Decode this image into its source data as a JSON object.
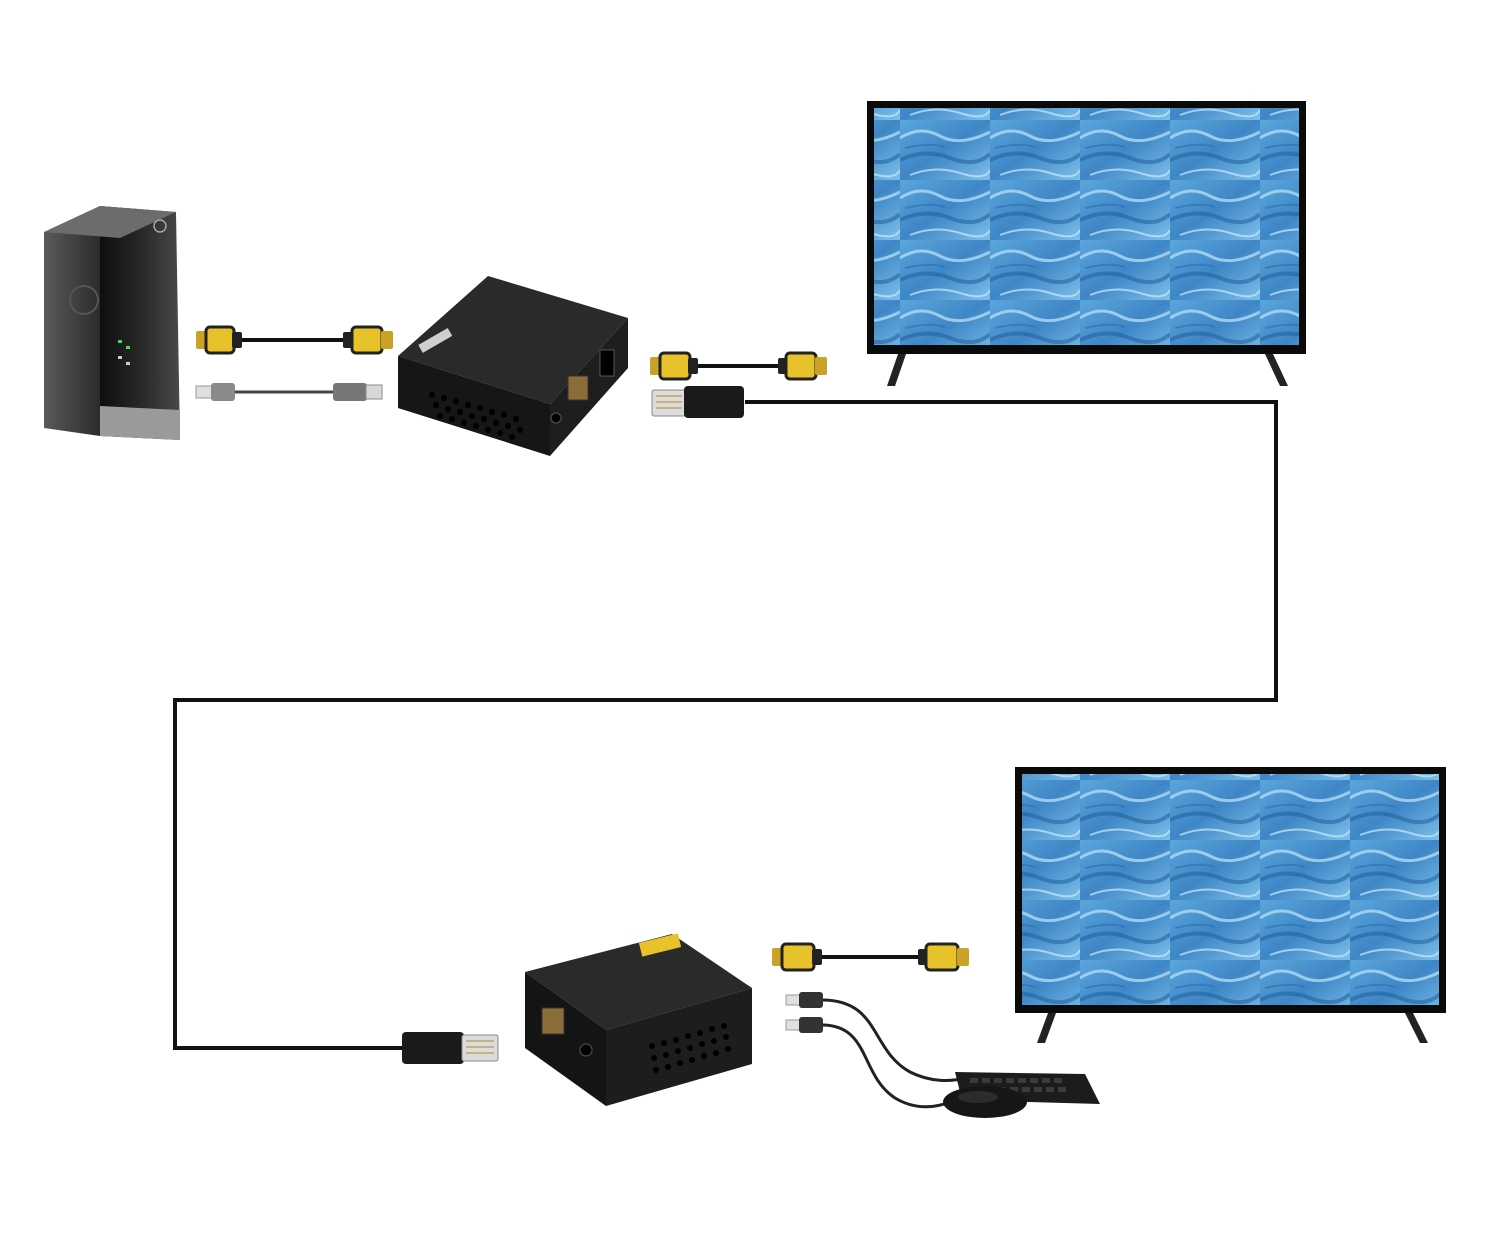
{
  "diagram": {
    "kind": "hdmi-kvm-extender-connection",
    "nodes": [
      {
        "id": "computer",
        "label": "",
        "icon": "desktop-tower-icon"
      },
      {
        "id": "transmitter",
        "label": "",
        "icon": "extender-box-icon"
      },
      {
        "id": "local-tv",
        "label": "",
        "icon": "tv-icon"
      },
      {
        "id": "receiver",
        "label": "",
        "icon": "extender-box-icon"
      },
      {
        "id": "remote-tv",
        "label": "",
        "icon": "tv-icon"
      },
      {
        "id": "keyboard-mouse",
        "label": "",
        "icon": "keyboard-mouse-icon"
      }
    ],
    "edges": [
      {
        "from": "computer",
        "to": "transmitter",
        "cable": "hdmi"
      },
      {
        "from": "computer",
        "to": "transmitter",
        "cable": "usb"
      },
      {
        "from": "transmitter",
        "to": "local-tv",
        "cable": "hdmi"
      },
      {
        "from": "transmitter",
        "to": "receiver",
        "cable": "ethernet"
      },
      {
        "from": "receiver",
        "to": "remote-tv",
        "cable": "hdmi"
      },
      {
        "from": "receiver",
        "to": "keyboard-mouse",
        "cable": "usb"
      }
    ]
  },
  "colors": {
    "cable": "#111111",
    "device_body": "#1b1b1b",
    "connector_yellow": "#e8c22a",
    "connector_gold": "#c9a227",
    "screen_blue": "#3f86c6",
    "screen_light": "#a9d4f0",
    "rj45_clear": "#dcdcdc"
  }
}
